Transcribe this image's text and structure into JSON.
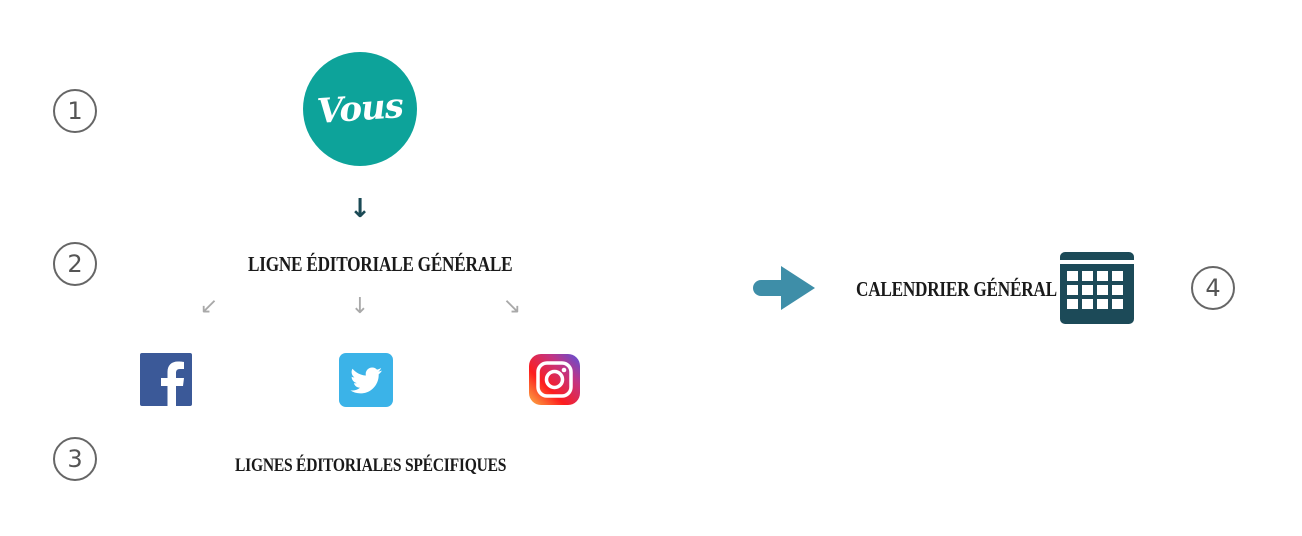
{
  "steps": [
    {
      "number": "1"
    },
    {
      "number": "2"
    },
    {
      "number": "3"
    },
    {
      "number": "4"
    }
  ],
  "center": {
    "text": "Vous",
    "color": "#0da39a"
  },
  "labels": {
    "general_line": "LIGNE ÉDITORIALE GÉNÉRALE",
    "specific_lines": "LIGNES ÉDITORIALES SPÉCIFIQUES",
    "general_calendar": "CALENDRIER GÉNÉRAL"
  },
  "arrows": {
    "down": "↓",
    "down_left": "↙",
    "down_right": "↘"
  },
  "icons": {
    "facebook": "facebook-icon",
    "twitter": "twitter-icon",
    "instagram": "instagram-icon",
    "calendar": "calendar-icon",
    "right_arrow": "right-arrow-icon"
  },
  "colors": {
    "dark_arrow": "#1b4a55",
    "light_arrow": "#a9a9a9",
    "facebook": "#3b5998",
    "twitter": "#3bb3e8",
    "calendar": "#1c4a58",
    "big_arrow": "#3e8ea8"
  }
}
